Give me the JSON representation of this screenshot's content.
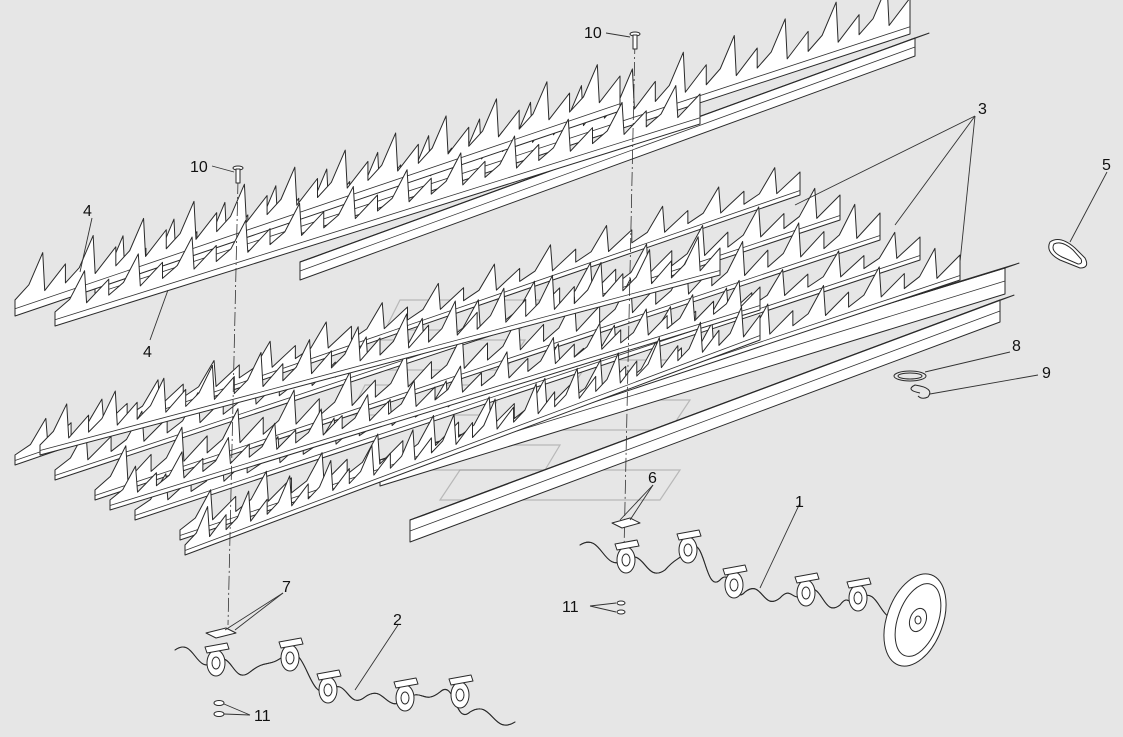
{
  "diagram": {
    "callouts": {
      "c1": "1",
      "c2": "2",
      "c3": "3",
      "c4a": "4",
      "c4b": "4",
      "c5": "5",
      "c6": "6",
      "c7": "7",
      "c8": "8",
      "c9": "9",
      "c10a": "10",
      "c10b": "10",
      "c11a": "11",
      "c11b": "11"
    }
  },
  "colors": {
    "background": "#e6e6e6",
    "line": "#2a2a2a",
    "part_fill": "#ffffff"
  }
}
